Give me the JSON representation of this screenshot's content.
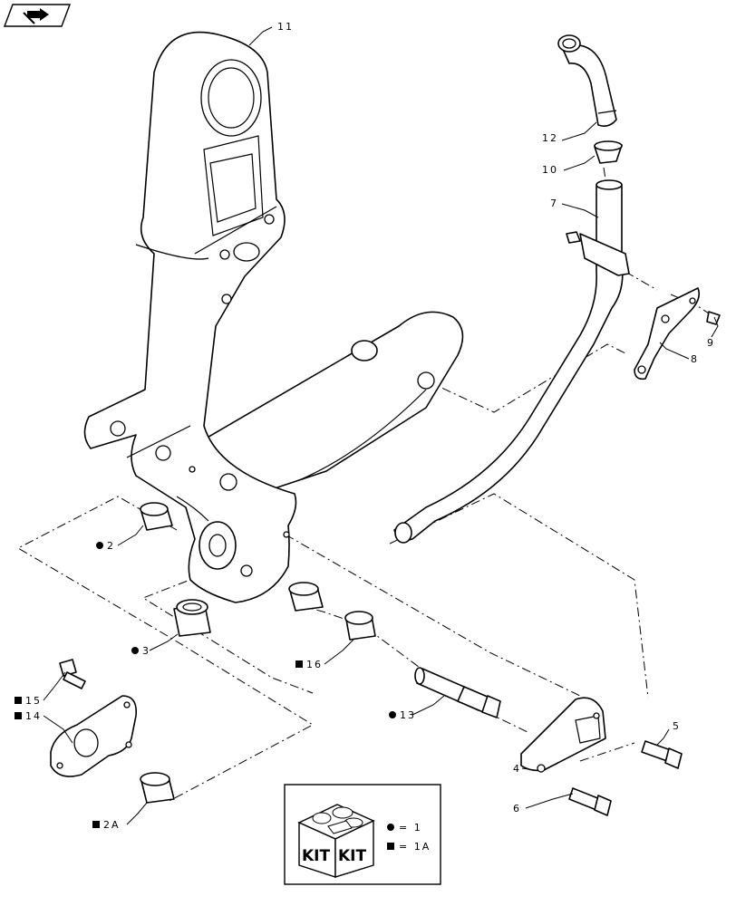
{
  "nav_icon": "next-page-arrow-icon",
  "callouts": {
    "c11": "11",
    "c12": "12",
    "c10": "10",
    "c7": "7",
    "c9": "9",
    "c8": "8",
    "c2": "2",
    "c3": "3",
    "c16": "16",
    "c13": "13",
    "c15": "15",
    "c14": "14",
    "c5": "5",
    "c4": "4",
    "c6": "6",
    "c2a": "2A"
  },
  "legend": {
    "kit_word": "KIT",
    "circle_eq": "= 1",
    "square_eq": "= 1A"
  },
  "markers": {
    "circle": "black-circle",
    "square": "black-square"
  }
}
